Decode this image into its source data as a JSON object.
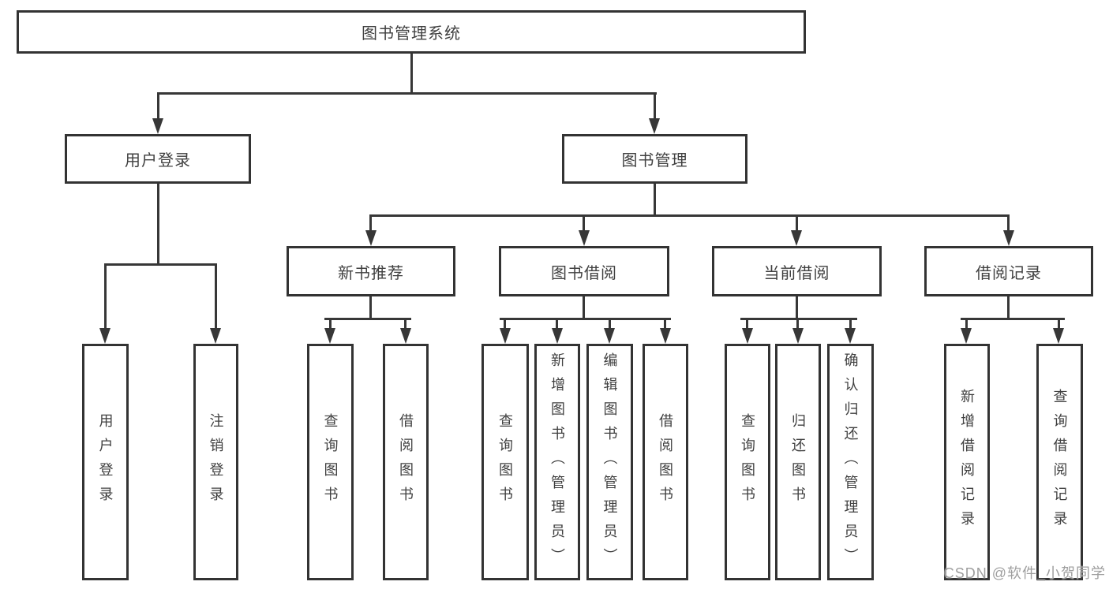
{
  "tree": {
    "root": "图书管理系统",
    "branches": [
      {
        "label": "用户登录",
        "children": [
          {
            "label": "用户登录"
          },
          {
            "label": "注销登录"
          }
        ]
      },
      {
        "label": "图书管理",
        "children": [
          {
            "label": "新书推荐",
            "children": [
              {
                "label": "查询图书"
              },
              {
                "label": "借阅图书"
              }
            ]
          },
          {
            "label": "图书借阅",
            "children": [
              {
                "label": "查询图书"
              },
              {
                "label": "新增图书（管理员）"
              },
              {
                "label": "编辑图书（管理员）"
              },
              {
                "label": "借阅图书"
              }
            ]
          },
          {
            "label": "当前借阅",
            "children": [
              {
                "label": "查询图书"
              },
              {
                "label": "归还图书"
              },
              {
                "label": "确认归还（管理员）"
              }
            ]
          },
          {
            "label": "借阅记录",
            "children": [
              {
                "label": "新增借阅记录"
              },
              {
                "label": "查询借阅记录"
              }
            ]
          }
        ]
      }
    ]
  },
  "watermark": {
    "text": "CSDN @软件_小贺同学"
  },
  "colors": {
    "line": "#373737",
    "box_border": "#333333",
    "text": "#404040",
    "watermark": "#9e9e9e",
    "background": "#ffffff"
  }
}
